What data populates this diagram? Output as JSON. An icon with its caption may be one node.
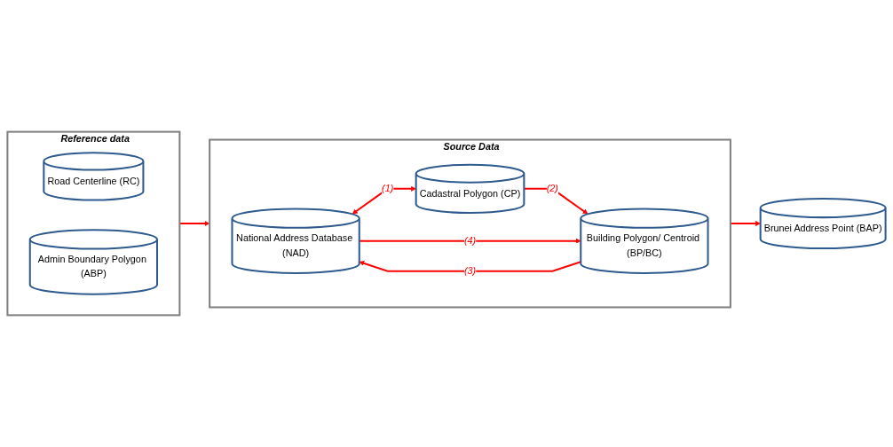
{
  "diagram": {
    "nodes": [
      {
        "text": [
          "Reference data"
        ]
      },
      {
        "text": [
          "Road Centerline (RC)"
        ],
        "in": 0
      },
      {
        "text": [
          "Admin Boundary Polygon (ABP)"
        ],
        "in": 0
      },
      {
        "text": [
          "Source Data"
        ]
      },
      {
        "text": [
          "National Address Database (NAD)"
        ],
        "in": 3
      },
      {
        "text": [
          "Cadastral Polygon (CP)"
        ],
        "in": 3
      },
      {
        "text": [
          "Building Polygon/ Centroid (BP/BC)"
        ],
        "in": 3
      },
      {
        "text": [
          "Brunei Address Point (BAP)"
        ]
      }
    ],
    "edges": [
      {
        "from": 0,
        "to": 3,
        "arrow": "to",
        "color": "#ff0000"
      },
      {
        "from": 4,
        "to": 5,
        "arrow": "both",
        "label": "(1)",
        "color": "#ff0000"
      },
      {
        "from": 5,
        "to": 6,
        "arrow": "to",
        "label": "(2)",
        "color": "#ff0000"
      },
      {
        "from": 6,
        "to": 4,
        "arrow": "to",
        "label": "(3)",
        "color": "#ff0000"
      },
      {
        "from": 4,
        "to": 6,
        "arrow": "to",
        "label": "(4)",
        "color": "#ff0000"
      },
      {
        "from": 3,
        "to": 7,
        "arrow": "to",
        "color": "#ff0000"
      }
    ]
  }
}
